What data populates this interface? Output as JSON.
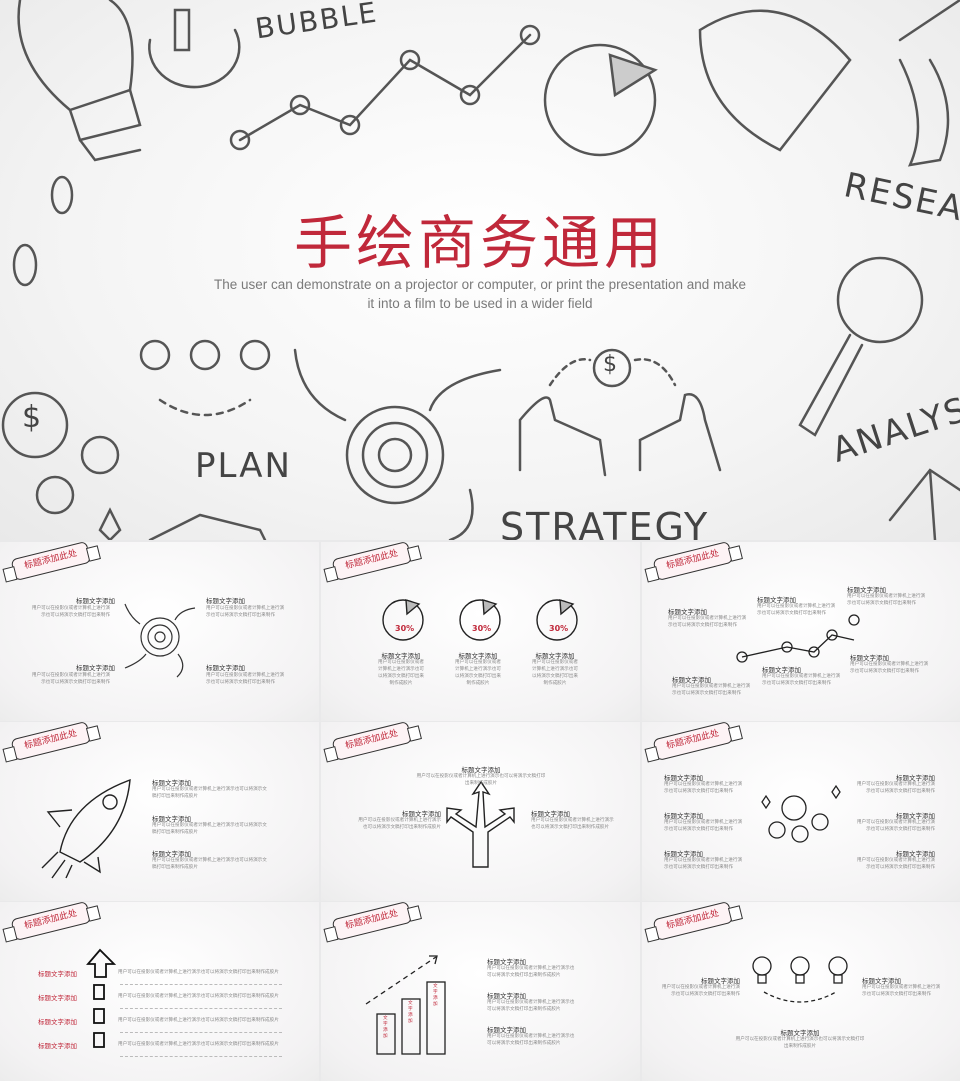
{
  "hero": {
    "title": "手绘商务通用",
    "subtitle_line1": "The user can demonstrate on a projector or computer, or print the presentation and make",
    "subtitle_line2": "it into a film to be used in a wider field",
    "doodle_words": {
      "bubble": "BUBBLE",
      "research": "RESEAR",
      "plan": "PLAN",
      "strategy": "STRATEGY",
      "analysis": "ANALYS"
    },
    "dollar": "$",
    "title_color": "#c0283a"
  },
  "common": {
    "banner": "标题添加此处",
    "heading": "标题文字添加",
    "body_short": "用户可以在投影仪或者计算机上进行演示也可以将演示文稿打印出来制作",
    "body_long": "用户可以在投影仪或者计算机上进行演示也可以将演示文稿打印出来制作成胶片",
    "percent": "30%",
    "bar_label": "文字添加"
  },
  "colors": {
    "accent": "#c0283a",
    "ink": "#333333"
  }
}
